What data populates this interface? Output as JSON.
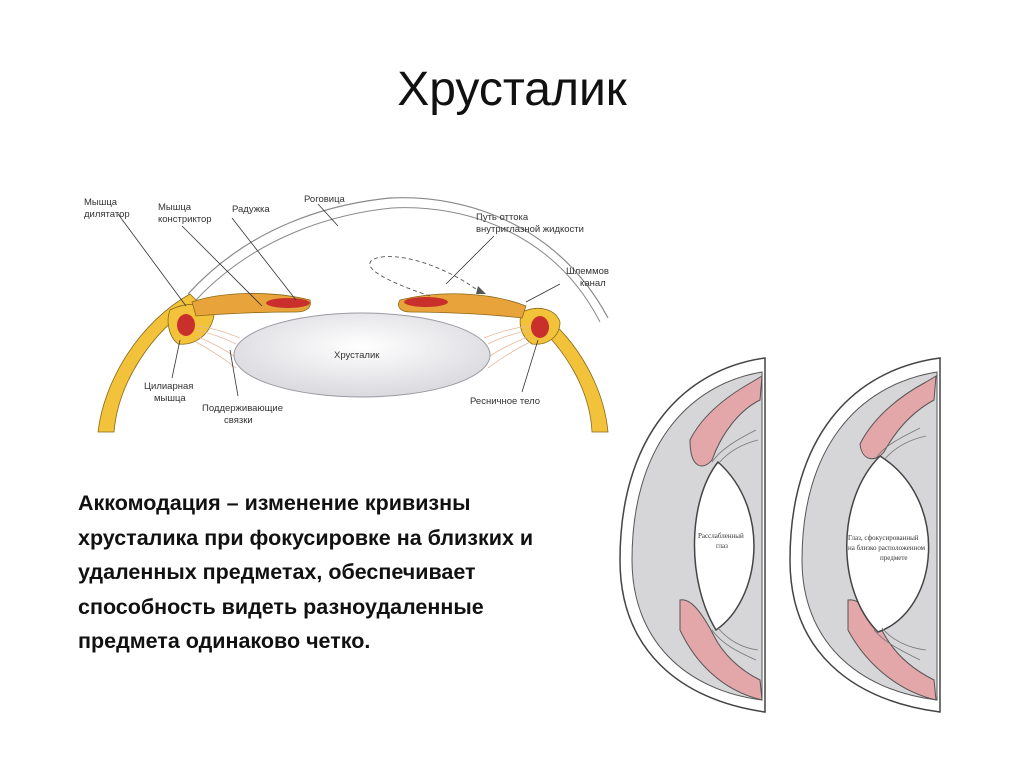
{
  "slide": {
    "title": "Хрусталик",
    "body": "Аккомодация –  изменение кривизны хрусталика при фокусировке на близких и удаленных предметах, обеспечивает способность видеть разноудаленные предмета одинаково четко."
  },
  "anatomy_diagram": {
    "labels": {
      "dilator_line1": "Мышца",
      "dilator_line2": "дилятатор",
      "constrictor_line1": "Мышца",
      "constrictor_line2": "констриктор",
      "iris": "Радужка",
      "cornea": "Роговица",
      "outflow_line1": "Путь оттока",
      "outflow_line2": "внутриглазной жидкости",
      "schlemm_line1": "Шлеммов",
      "schlemm_line2": "канал",
      "lens": "Хрусталик",
      "ciliary_line1": "Цилиарная",
      "ciliary_line2": "мышца",
      "ligaments_line1": "Поддерживающие",
      "ligaments_line2": "связки",
      "ciliary_body": "Ресничное тело"
    }
  },
  "accommodation_diagram": {
    "relaxed_line1": "Расслабленный",
    "relaxed_line2": "глаз",
    "focused_line1": "Глаз, сфокусированный",
    "focused_line2": "на близко расположенном",
    "focused_line3": "предмете"
  },
  "colors": {
    "sclera": "#f2c33a",
    "iris": "#e8a33a",
    "muscle_red": "#c9302c",
    "lens_fill": "#e9e9ec",
    "tissue_pink": "#e3a6a9",
    "globe_gray": "#d6d6d8"
  }
}
